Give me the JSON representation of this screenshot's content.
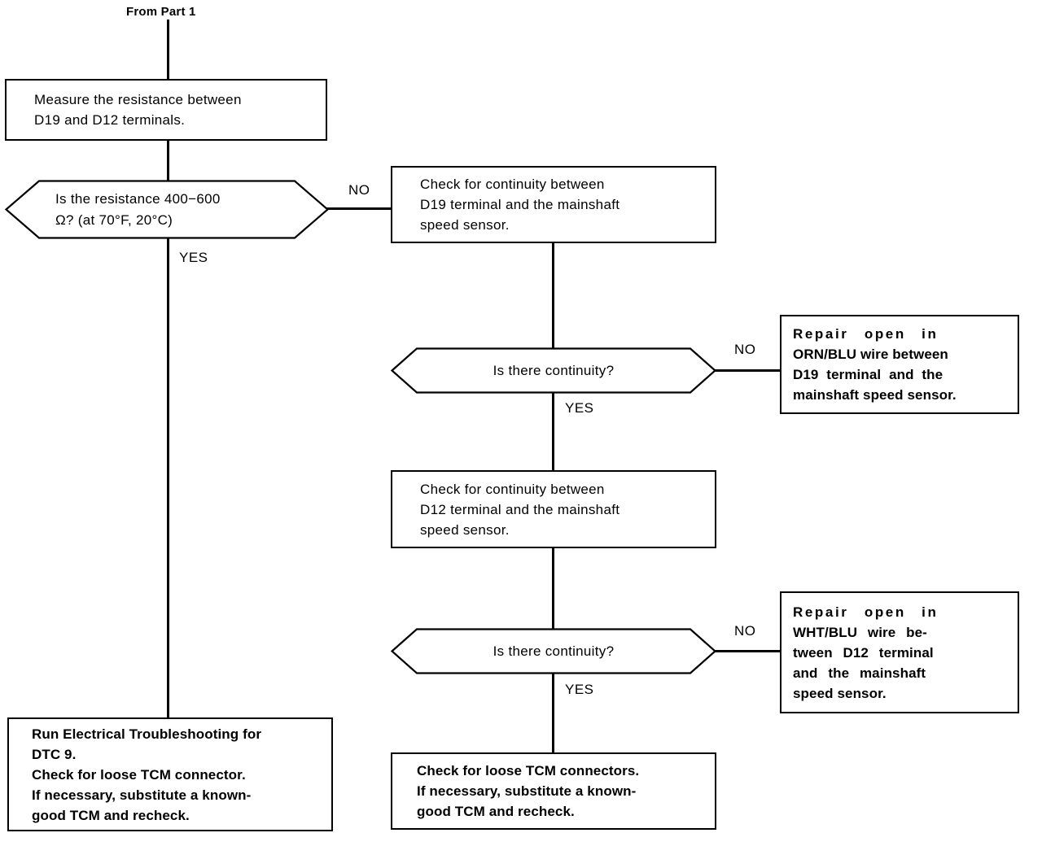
{
  "diagram": {
    "type": "flowchart",
    "title": "From Part 1",
    "edge_labels": {
      "yes": "YES",
      "no": "NO"
    },
    "nodes": {
      "measure_resistance": {
        "shape": "process",
        "lines": [
          "Measure the resistance between",
          "D19 and D12 terminals."
        ]
      },
      "resistance_question": {
        "shape": "decision",
        "lines": [
          "Is the resistance 400−600",
          "Ω? (at 70°F, 20°C)"
        ]
      },
      "check_d19": {
        "shape": "process",
        "lines": [
          "Check for continuity between",
          "D19 terminal and the mainshaft",
          "speed sensor."
        ]
      },
      "continuity_question_1": {
        "shape": "decision",
        "lines": [
          "Is there continuity?"
        ]
      },
      "repair_orn_blu": {
        "shape": "process",
        "lines": [
          "Repair open in",
          "ORN/BLU wire between",
          "D19 terminal and the",
          "mainshaft speed sensor."
        ]
      },
      "check_d12": {
        "shape": "process",
        "lines": [
          "Check for continuity between",
          "D12 terminal and the mainshaft",
          "speed sensor."
        ]
      },
      "continuity_question_2": {
        "shape": "decision",
        "lines": [
          "Is there continuity?"
        ]
      },
      "repair_wht_blu": {
        "shape": "process",
        "lines": [
          "Repair open in",
          "WHT/BLU wire be-",
          "tween D12 terminal",
          "and the mainshaft",
          "speed sensor."
        ]
      },
      "run_electrical_troubleshooting": {
        "shape": "process",
        "lines": [
          "Run Electrical Troubleshooting for",
          "DTC 9.",
          "Check for loose TCM connector.",
          "If necessary, substitute a known-",
          "good TCM and recheck."
        ]
      },
      "check_tcm_connectors": {
        "shape": "process",
        "lines": [
          "Check for loose TCM connectors.",
          "If necessary, substitute a known-",
          "good TCM and recheck."
        ]
      }
    },
    "colors": {
      "line": "#000000",
      "text": "#000000",
      "background": "#ffffff"
    }
  }
}
